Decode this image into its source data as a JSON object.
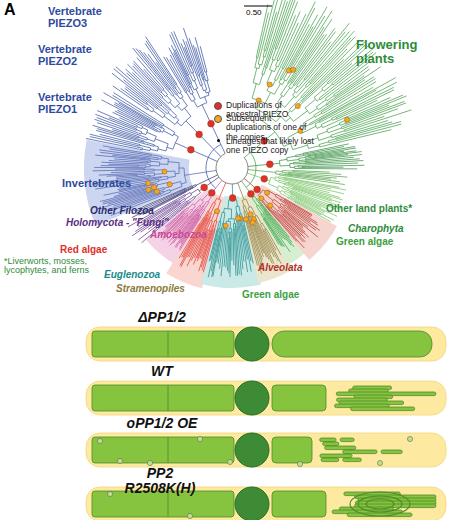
{
  "diagram": {
    "nodes": [
      {
        "text": [
          "ΔPP1/2"
        ]
      },
      {
        "text": [
          "WT"
        ]
      },
      {
        "text": [
          "oPP1/2 OE"
        ]
      },
      {
        "text": [
          "PP2 R2508K(H)"
        ]
      }
    ],
    "labels": [
      "A",
      "0.50",
      "Vertebrate PIEZO3",
      "Vertebrate PIEZO2",
      "Vertebrate PIEZO1",
      "Invertebrates",
      "Other Filozoa",
      "Holomycota - \"Fungi\"",
      "Amoebozoa",
      "Red algae",
      "*Liverworts, mosses, lycophytes, and ferns",
      "Euglenozoa",
      "Stramenopiles",
      "Green algae",
      "Alveolata",
      "Green algae",
      "Charophyta",
      "Other land plants*",
      "Flowering plants"
    ],
    "legend": [
      {
        "text": "Duplications of ancestral PIEZO",
        "color": "#e0302a"
      },
      {
        "text": "Subsequent duplications of one of the copies",
        "color": "#f5a623"
      },
      {
        "text": "Lineages that likely lost one PIEZO copy"
      }
    ]
  }
}
